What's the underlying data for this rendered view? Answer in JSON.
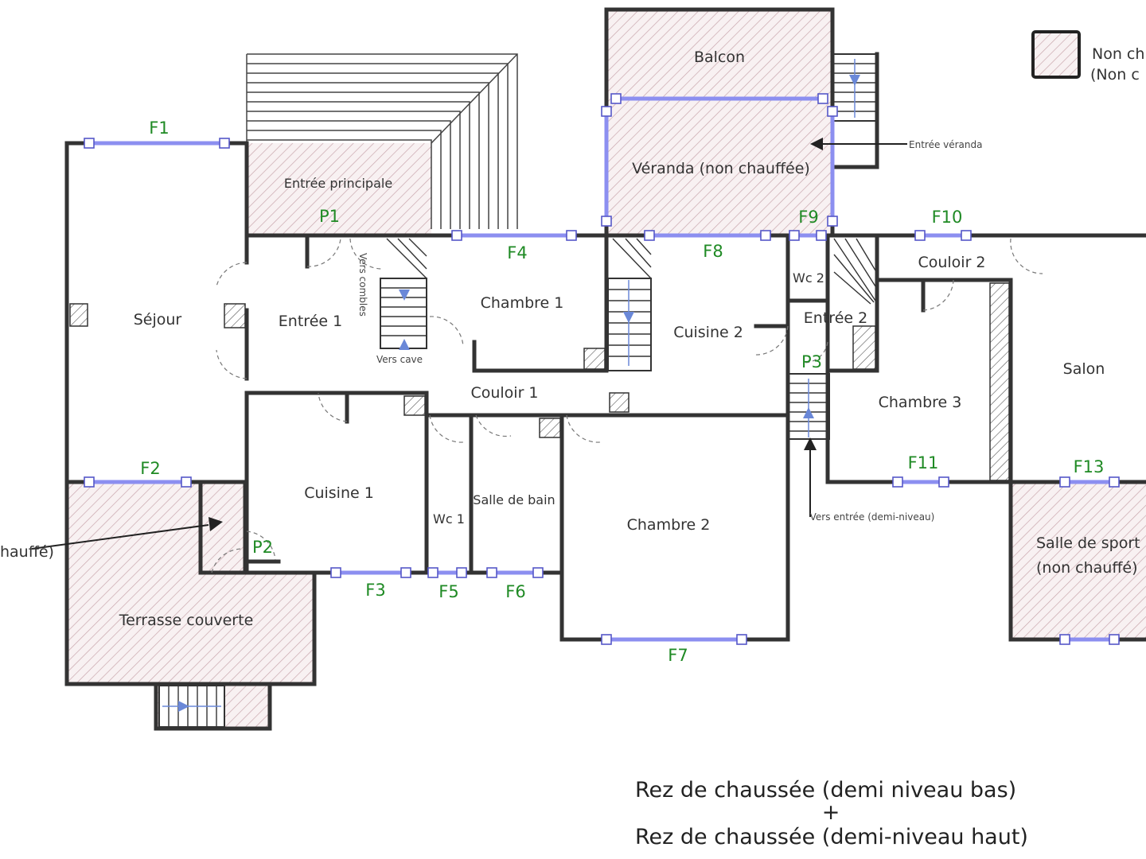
{
  "legend": {
    "line1": "Non ch",
    "line2": "(Non c"
  },
  "rooms": {
    "balcon": "Balcon",
    "veranda": "Véranda (non chauffée)",
    "entree_principale": "Entrée principale",
    "sejour": "Séjour",
    "entree1": "Entrée 1",
    "chambre1": "Chambre 1",
    "cuisine2": "Cuisine 2",
    "wc2": "Wc 2",
    "entree2": "Entrée 2",
    "couloir2": "Couloir 2",
    "salon": "Salon",
    "couloir1": "Couloir 1",
    "cuisine1": "Cuisine 1",
    "wc1": "Wc 1",
    "salle_de_bain": "Salle de bain",
    "chambre2": "Chambre 2",
    "chambre3": "Chambre 3",
    "salle_de_sport_1": "Salle de sport",
    "salle_de_sport_2": "(non chauffé)",
    "terrasse": "Terrasse couverte",
    "left_cut": "hauffé)"
  },
  "annotations": {
    "entree_veranda": "Entrée véranda",
    "vers_combles": "Vers combles",
    "vers_cave": "Vers cave",
    "vers_entree": "Vers entrée (demi-niveau)"
  },
  "openings": {
    "F1": "F1",
    "F2": "F2",
    "F3": "F3",
    "F4": "F4",
    "F5": "F5",
    "F6": "F6",
    "F7": "F7",
    "F8": "F8",
    "F9": "F9",
    "F10": "F10",
    "F11": "F11",
    "F13": "F13",
    "P1": "P1",
    "P2": "P2",
    "P3": "P3"
  },
  "title": {
    "line1": "Rez de chaussée (demi niveau bas)",
    "plus": "+",
    "line2": "Rez de chaussée (demi-niveau haut)"
  },
  "colors": {
    "wall": "#333333",
    "window": "#8c8ff0",
    "window_label": "#1f8a24",
    "unheated_hatch": "#c9a6ad",
    "unheated_fill": "#f6eef0",
    "stair_arrow": "#6a88d8"
  }
}
